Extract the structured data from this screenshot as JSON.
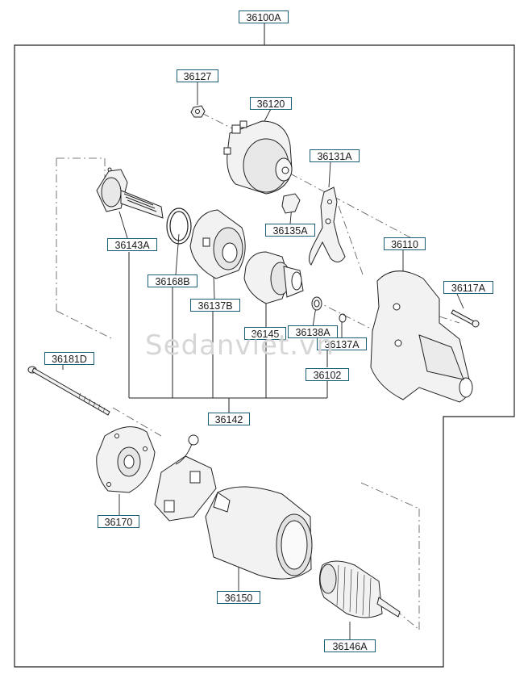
{
  "diagram": {
    "assembly_number": "36100A",
    "watermark": "Sedanviet.vn",
    "parts": {
      "p36127": "36127",
      "p36120": "36120",
      "p36131A": "36131A",
      "p36135A": "36135A",
      "p36143A": "36143A",
      "p36168B": "36168B",
      "p36137B": "36137B",
      "p36110": "36110",
      "p36117A": "36117A",
      "p36145": "36145",
      "p36138A": "36138A",
      "p36137A": "36137A",
      "p36102": "36102",
      "p36181D": "36181D",
      "p36142": "36142",
      "p36170": "36170",
      "p36150": "36150",
      "p36146A": "36146A"
    },
    "colors": {
      "label_border": "#1c5d78",
      "line": "#222222",
      "part_fill": "#f2f2f2"
    }
  }
}
